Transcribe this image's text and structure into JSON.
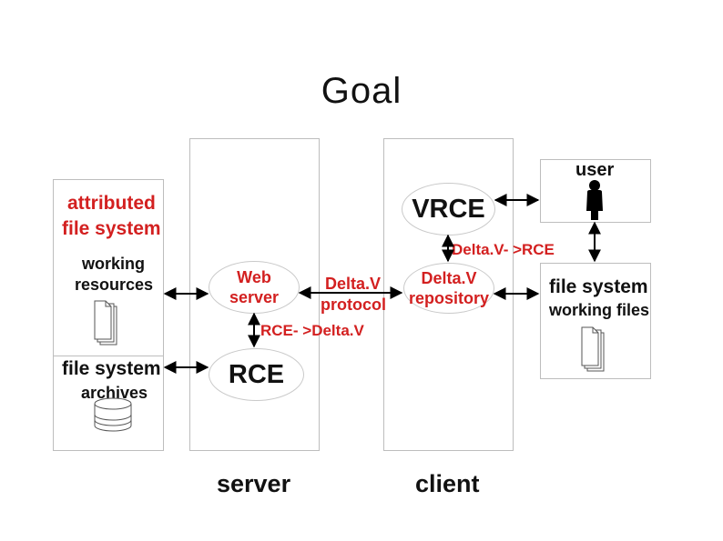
{
  "title": "Goal",
  "left_panel": {
    "top_label_line1": "attributed",
    "top_label_line2": "file system",
    "top_sub_line1": "working",
    "top_sub_line2": "resources",
    "bottom_label": "file system",
    "bottom_sub": "archives"
  },
  "server": {
    "web_line1": "Web",
    "web_line2": "server",
    "rce": "RCE",
    "column_label": "server"
  },
  "client": {
    "vrce": "VRCE",
    "repo_line1": "Delta.V",
    "repo_line2": "repository",
    "column_label": "client"
  },
  "connectors": {
    "protocol_line1": "Delta.V",
    "protocol_line2": "protocol",
    "rce_to_deltav": "RCE- >Delta.V",
    "deltav_to_rce": "Delta.V- >RCE"
  },
  "user_panel": {
    "label": "user"
  },
  "files_panel": {
    "line1": "file system",
    "line2": "working files"
  },
  "colors": {
    "accent_red": "#d32020",
    "border": "#bdbdbd",
    "text": "#111111"
  }
}
